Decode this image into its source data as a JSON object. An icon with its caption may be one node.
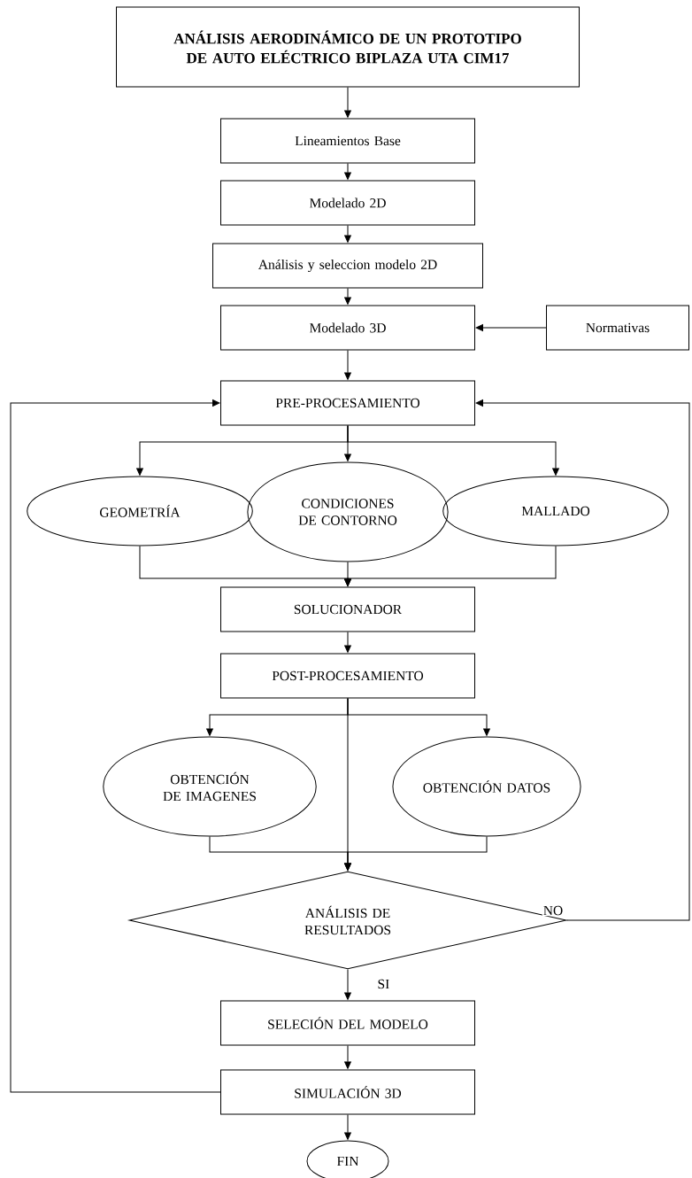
{
  "diagram": {
    "nodes": [
      {
        "text": [
          "ANÁLISIS AERODINÁMICO DE UN PROTOTIPO DE AUTO ELÉCTRICO BIPLAZA UTA CIM17"
        ]
      },
      {
        "text": [
          "Lineamientos Base"
        ]
      },
      {
        "text": [
          "Modelado  2D"
        ]
      },
      {
        "text": [
          "Análisis y seleccion modelo 2D"
        ]
      },
      {
        "text": [
          "Modelado  3D"
        ]
      },
      {
        "text": [
          "Normativas"
        ]
      },
      {
        "text": [
          "PRE-PROCESAMIENTO"
        ]
      },
      {
        "text": [
          "GEOMETRÍA"
        ]
      },
      {
        "text": [
          "CONDICIONES DE CONTORNO"
        ]
      },
      {
        "text": [
          "MALLADO"
        ]
      },
      {
        "text": [
          "SOLUCIONADOR"
        ]
      },
      {
        "text": [
          "POST-PROCESAMIENTO"
        ]
      },
      {
        "text": [
          "OBTENCIÓN DE IMAGENES"
        ]
      },
      {
        "text": [
          "OBTENCIÓN DATOS"
        ]
      },
      {
        "text": [
          "ANÁLISIS DE RESULTADOS"
        ]
      },
      {
        "text": [
          "SELECIÓN DEL MODELO"
        ]
      },
      {
        "text": [
          "SIMULACIÓN 3D"
        ]
      },
      {
        "text": [
          "FIN"
        ]
      }
    ],
    "edges": [
      {
        "from": 0,
        "to": 1,
        "arrow": "to"
      },
      {
        "from": 1,
        "to": 2,
        "arrow": "to"
      },
      {
        "from": 2,
        "to": 3,
        "arrow": "to"
      },
      {
        "from": 3,
        "to": 4,
        "arrow": "to"
      },
      {
        "from": 5,
        "to": 4,
        "arrow": "to"
      },
      {
        "from": 4,
        "to": 6,
        "arrow": "to"
      },
      {
        "from": 6,
        "to": 7,
        "arrow": "to"
      },
      {
        "from": 6,
        "to": 8,
        "arrow": "to"
      },
      {
        "from": 6,
        "to": 9,
        "arrow": "to"
      },
      {
        "from": 7,
        "to": 10,
        "arrow": "to"
      },
      {
        "from": 8,
        "to": 10,
        "arrow": "to"
      },
      {
        "from": 9,
        "to": 10,
        "arrow": "to"
      },
      {
        "from": 10,
        "to": 11,
        "arrow": "to"
      },
      {
        "from": 11,
        "to": 12,
        "arrow": "to"
      },
      {
        "from": 11,
        "to": 14,
        "arrow": "to"
      },
      {
        "from": 11,
        "to": 13,
        "arrow": "to"
      },
      {
        "from": 12,
        "to": 14,
        "arrow": "to"
      },
      {
        "from": 13,
        "to": 14,
        "arrow": "to"
      },
      {
        "from": 14,
        "to": 15,
        "arrow": "to",
        "label": "SI"
      },
      {
        "from": 14,
        "to": 6,
        "arrow": "to",
        "label": "NO"
      },
      {
        "from": 15,
        "to": 16,
        "arrow": "to"
      },
      {
        "from": 16,
        "to": 6,
        "arrow": "to"
      },
      {
        "from": 16,
        "to": 17,
        "arrow": "to"
      }
    ]
  }
}
